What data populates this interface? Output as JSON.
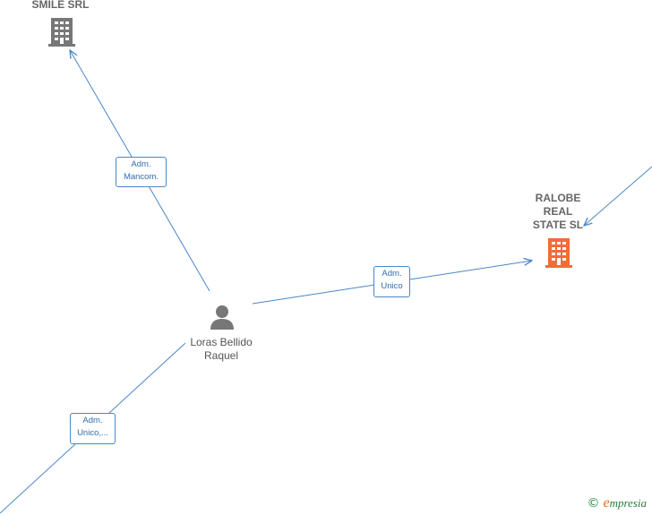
{
  "nodes": {
    "smile": {
      "label": "SMILE SRL",
      "type": "company",
      "color": "#777777"
    },
    "ralobe": {
      "label_lines": [
        "RALOBE",
        "REAL",
        "STATE SL"
      ],
      "type": "company",
      "color": "#f26b3a"
    },
    "person": {
      "label_lines": [
        "Loras Bellido",
        "Raquel"
      ],
      "type": "person",
      "color": "#777777"
    }
  },
  "edges": [
    {
      "id": "to-smile",
      "label_lines": [
        "Adm.",
        "Mancom."
      ]
    },
    {
      "id": "to-ralobe",
      "label_lines": [
        "Adm.",
        "Unico"
      ]
    },
    {
      "id": "from-bottom-left",
      "label_lines": [
        "Adm.",
        "Unico,..."
      ]
    }
  ],
  "colors": {
    "edge": "#4a86c8",
    "edge_label_text": "#2f6db0",
    "accent": "#f26b3a"
  },
  "brand": {
    "copyright": "©",
    "name_initial": "e",
    "name_rest": "mpresia"
  }
}
